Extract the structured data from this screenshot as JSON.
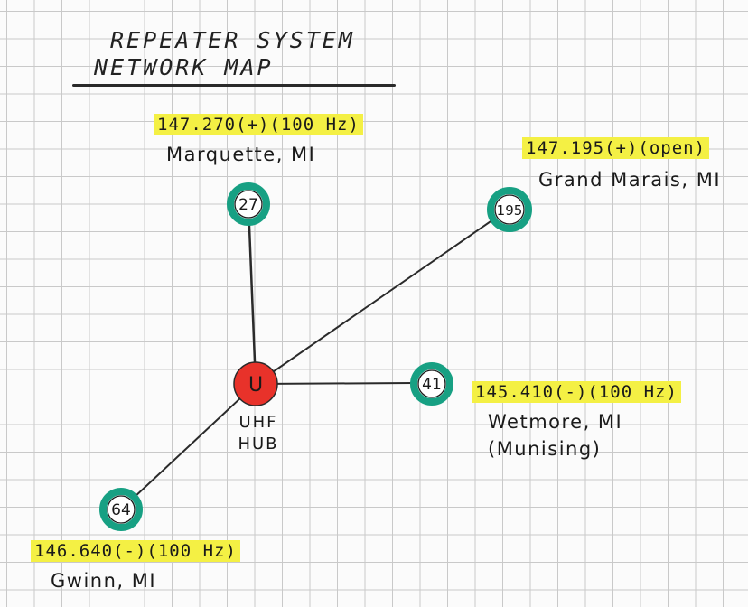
{
  "title": {
    "line1": "REPEATER SYSTEM",
    "line2": "NETWORK MAP"
  },
  "hub": {
    "code": "U",
    "label_line1": "UHF",
    "label_line2": "HUB"
  },
  "colors": {
    "node_ring": "#17a083",
    "hub_fill": "#e8322a",
    "highlight": "#f4f044",
    "line": "#2a2a2a"
  },
  "nodes": {
    "marquette": {
      "code": "27",
      "frequency": "147.270(+)(100 Hz)",
      "city": "Marquette, MI"
    },
    "grand_marais": {
      "code": "195",
      "frequency": "147.195(+)(open)",
      "city": "Grand Marais, MI"
    },
    "wetmore": {
      "code": "41",
      "frequency": "145.410(-)(100 Hz)",
      "city": "Wetmore, MI",
      "subtitle": "(Munising)"
    },
    "gwinn": {
      "code": "64",
      "frequency": "146.640(-)(100 Hz)",
      "city": "Gwinn, MI"
    }
  }
}
